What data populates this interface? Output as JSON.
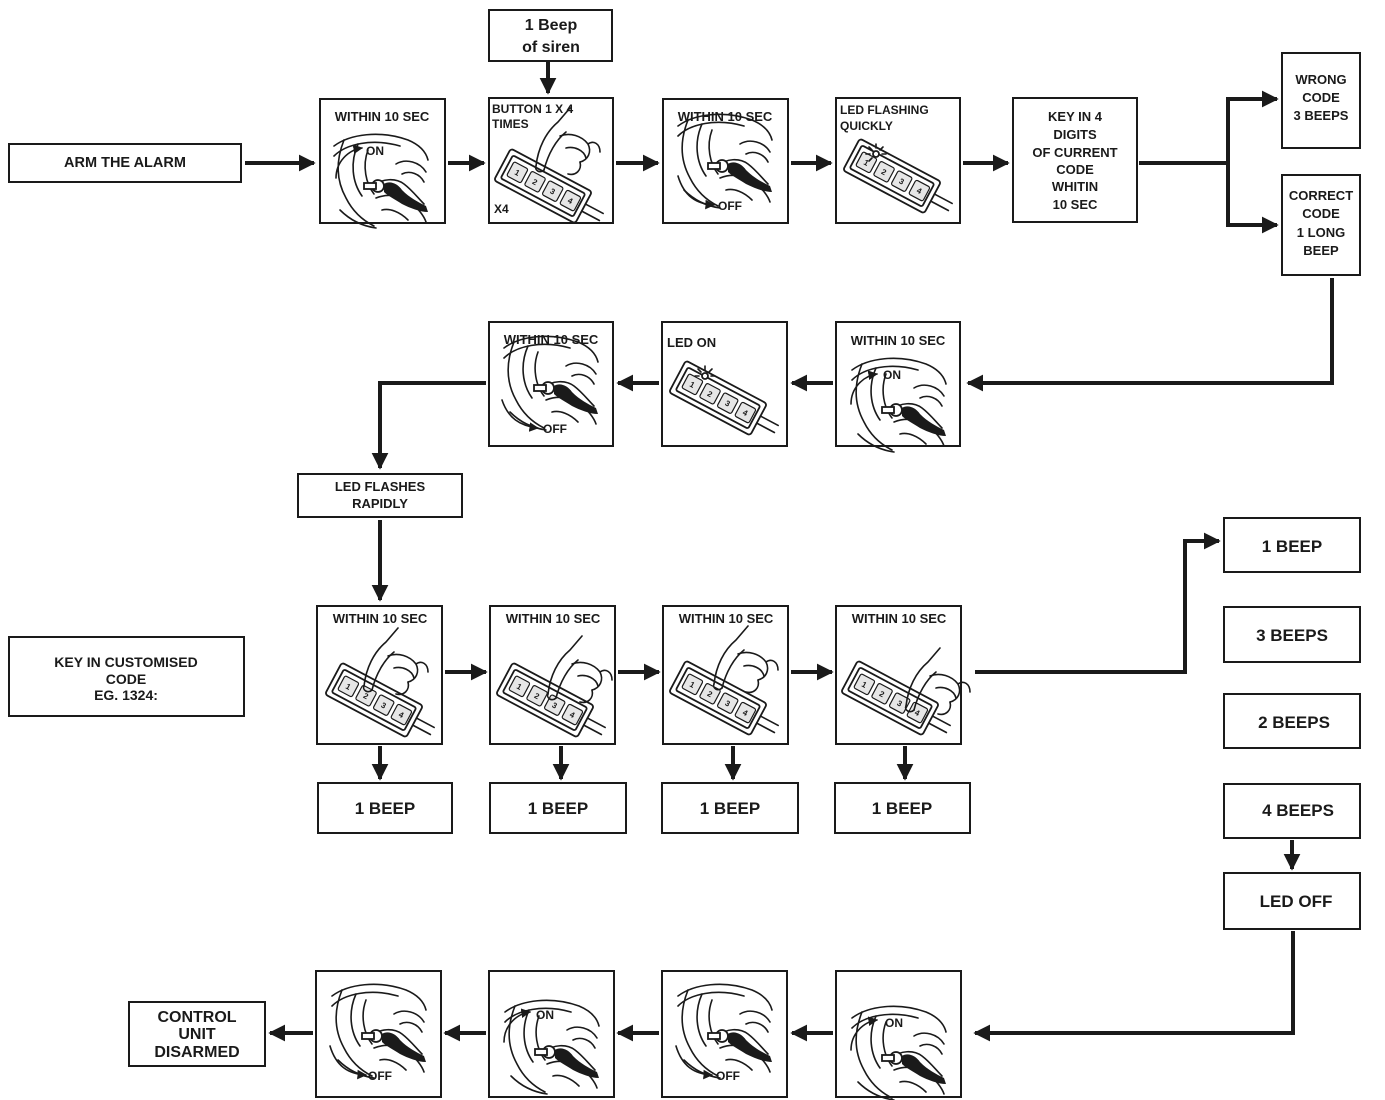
{
  "row1": {
    "arm_alarm": "ARM THE ALARM",
    "beep_siren_line1": "1 Beep",
    "beep_siren_line2": "of siren",
    "step1_title": "WITHIN 10 SEC",
    "step1_on": "ON",
    "step2_title_line1": "BUTTON 1 X 4",
    "step2_title_line2": "TIMES",
    "step2_x4": "X4",
    "step3_title": "WITHIN 10 SEC",
    "step3_off": "OFF",
    "step4_title_line1": "LED FLASHING",
    "step4_title_line2": "QUICKLY",
    "key_in_lines": [
      "KEY IN 4",
      "DIGITS",
      "OF CURRENT",
      "CODE",
      "WHITIN",
      "10 SEC"
    ],
    "wrong_lines": [
      "WRONG",
      "CODE",
      "3 BEEPS"
    ],
    "correct_lines": [
      "CORRECT",
      "CODE",
      "1 LONG",
      "BEEP"
    ]
  },
  "row2": {
    "step_on_title": "WITHIN 10 SEC",
    "step_on_label": "ON",
    "led_on_title": "LED ON",
    "step_off_title": "WITHIN 10 SEC",
    "step_off_label": "OFF",
    "led_flashes_line1": "LED FLASHES",
    "led_flashes_line2": "RAPIDLY"
  },
  "row3": {
    "customised_lines": [
      "KEY IN CUSTOMISED",
      "CODE",
      "EG. 1324:"
    ],
    "titles": [
      "WITHIN 10 SEC",
      "WITHIN 10 SEC",
      "WITHIN 10 SEC",
      "WITHIN 10 SEC"
    ],
    "beeps": [
      "1 BEEP",
      "1 BEEP",
      "1 BEEP",
      "1 BEEP"
    ],
    "right_beeps": [
      "1 BEEP",
      "3 BEEPS",
      "2 BEEPS",
      "4 BEEPS"
    ],
    "led_off": "LED OFF",
    "keypad_digits": [
      "1",
      "2",
      "3",
      "4"
    ]
  },
  "row4": {
    "on_label_1": "ON",
    "off_label_1": "OFF",
    "on_label_2": "ON",
    "off_label_2": "OFF",
    "disarmed_lines": [
      "CONTROL",
      "UNIT",
      "DISARMED"
    ]
  }
}
